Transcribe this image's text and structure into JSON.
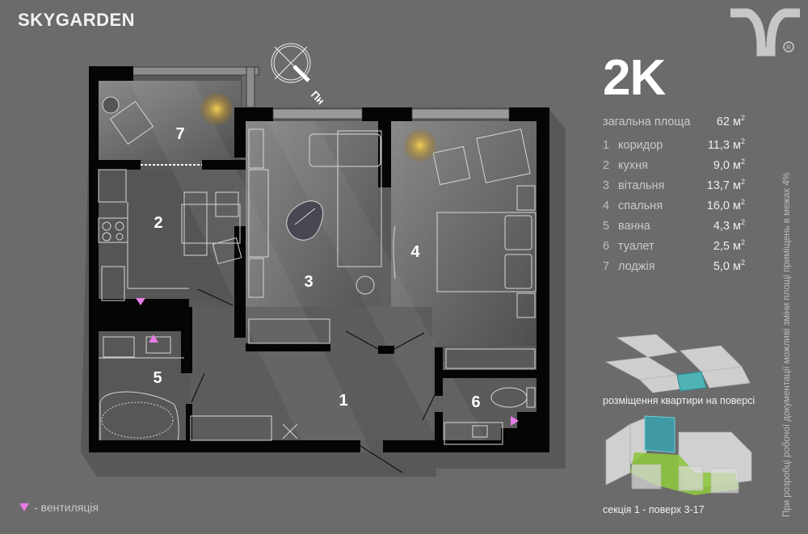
{
  "header": {
    "brand": "SKYGARDEN"
  },
  "logo": {
    "icon": "y-shape-logo-icon",
    "registered": "®"
  },
  "apartment": {
    "type": "2K",
    "total_label": "загальна площа",
    "total_value": "62 м",
    "unit_sup": "2",
    "rooms": [
      {
        "num": "1",
        "name": "коридор",
        "area": "11,3 м"
      },
      {
        "num": "2",
        "name": "кухня",
        "area": "9,0 м"
      },
      {
        "num": "3",
        "name": "вітальня",
        "area": "13,7 м"
      },
      {
        "num": "4",
        "name": "спальня",
        "area": "16,0 м"
      },
      {
        "num": "5",
        "name": "ванна",
        "area": "4,3 м"
      },
      {
        "num": "6",
        "name": "туалет",
        "area": "2,5 м"
      },
      {
        "num": "7",
        "name": "лоджія",
        "area": "5,0 м"
      }
    ]
  },
  "plan": {
    "compass_label": "Пн",
    "room_labels": [
      "1",
      "2",
      "3",
      "4",
      "5",
      "6",
      "7"
    ],
    "colors": {
      "wall": "#050505",
      "floor": "#5a5a5a",
      "furniture_line": "#d8d8d8",
      "vent": "#e77be6",
      "plant": "#d9a52a"
    }
  },
  "location": {
    "floor_caption": "розміщення квартири на поверсі",
    "section_caption": "секція 1 - поверх 3-17",
    "highlight_color": "#4fb3b6",
    "green_color": "#8dc63f"
  },
  "legend": {
    "vent_label": "- вентиляція"
  },
  "disclaimer": "При розробці робочої документації можливі зміни площі приміщень в межах 4%"
}
